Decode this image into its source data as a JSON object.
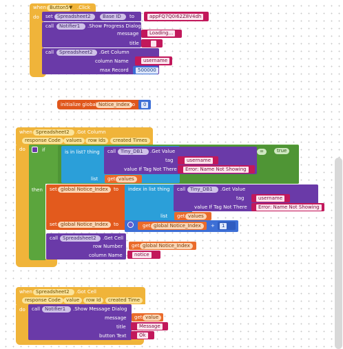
{
  "event1": {
    "when": "when",
    "component": "Button5",
    "event": ".Click",
    "do": "do",
    "set": "set",
    "spreadsheet": "Spreadsheet2",
    "prop": "Base ID",
    "to": "to",
    "base_id_value": "appFQ7Q0i62Z8V4dh",
    "call": "call",
    "notifier": "Notifier1",
    "method": ".Show Progress Dialog",
    "message_label": "message",
    "message_value": "Loading...",
    "title_label": "title",
    "title_value": "",
    "call2": "call",
    "spreadsheet2": "Spreadsheet2",
    "get_column": ".Get Column",
    "column_name_label": "column Name",
    "column_name_value": "username",
    "max_record_label": "max Record",
    "max_record_value": "500000"
  },
  "global": {
    "initialize": "initialize global",
    "name": "Notice_Index",
    "to": "to",
    "value": "0"
  },
  "event2": {
    "when": "when",
    "component": "Spreadsheet2",
    "event": ".Got Column",
    "params": [
      "response Code",
      "values",
      "row Ids",
      "created Times"
    ],
    "do": "do",
    "if": "if",
    "is_in_list": "is in list? thing",
    "call": "call",
    "tinydb": "Tiny_DB1",
    "get_value": ".Get Value",
    "tag_label": "tag",
    "tag_value": "username",
    "value_if_label": "value If Tag Not There",
    "value_if_value": "Error: Name Not Showing",
    "list_label": "list",
    "get": "get",
    "values_var": "values",
    "eq": "=",
    "true_label": "true",
    "then": "then",
    "set": "set",
    "global_notice": "global Notice_Index",
    "to": "to",
    "index_in_list": "index in list  thing",
    "call2": "call",
    "tinydb2": "Tiny_DB1",
    "get_value2": ".Get Value",
    "tag_label2": "tag",
    "tag_value2": "username",
    "value_if_label2": "value If Tag Not There",
    "value_if_value2": "Error: Name Not Showing",
    "list_label2": "list",
    "get2": "get",
    "values_var2": "values",
    "set2": "set",
    "global_notice2": "global Notice_Index",
    "to2": "to",
    "get3": "get",
    "global_notice3": "global Notice_Index",
    "plus": "+",
    "one": "1",
    "call3": "call",
    "spreadsheet3": "Spreadsheet2",
    "get_cell": ".Get Cell",
    "row_number_label": "row Number",
    "get4": "get",
    "global_notice4": "global Notice_Index",
    "column_name_label": "column Name",
    "column_name_value": "notice"
  },
  "event3": {
    "when": "when",
    "component": "Spreadsheet2",
    "event": ".Got Cell",
    "params": [
      "response Code",
      "value",
      "row Id",
      "created Time"
    ],
    "do": "do",
    "call": "call",
    "notifier": "Notifier1",
    "method": ".Show Message Dialog",
    "message_label": "message",
    "get": "get",
    "value_var": "value",
    "title_label": "title",
    "title_value": "Message",
    "button_label": "button Text",
    "button_value": "Ok"
  }
}
